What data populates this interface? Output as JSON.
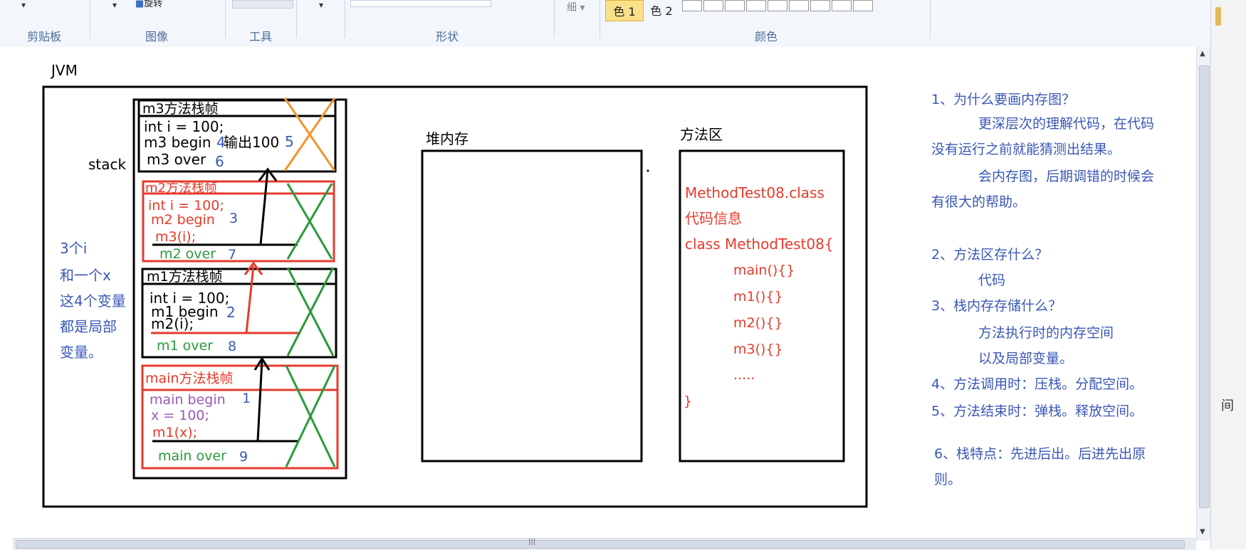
{
  "ribbon": {
    "groups": [
      "剪贴板",
      "图像",
      "工具",
      "形状",
      "颜色"
    ],
    "rotate_label": "旋转",
    "thin_label": "细",
    "color1_label": "色 1",
    "color2_label": "色 2"
  },
  "diagram": {
    "jvm_label": "JVM",
    "stack_label": "stack",
    "heap_label": "堆内存",
    "method_area_label": "方法区",
    "m3_frame": {
      "title": "m3方法栈帧",
      "line1": "int i = 100;",
      "line2": "m3 begin",
      "line3": "m3 over",
      "n1": "4",
      "n2": "5",
      "n3": "6",
      "out": "输出100"
    },
    "m2_frame": {
      "title": "m2方法栈帧",
      "line1": "int i = 100;",
      "line2": "m2 begin",
      "line3": "m3(i);",
      "line4": "m2 over",
      "n1": "3",
      "n2": "7"
    },
    "m1_frame": {
      "title": "m1方法栈帧",
      "line1": "int i = 100;",
      "line2": "m1 begin",
      "line3": "m2(i);",
      "line4": "m1 over",
      "n1": "2",
      "n2": "8"
    },
    "main_frame": {
      "title": "main方法栈帧",
      "line1": "main begin",
      "line2": "x = 100;",
      "line3": "m1(x);",
      "line4": "main over",
      "n1": "1",
      "n2": "9"
    },
    "vars_note": [
      "3个i",
      "和一个x",
      "这4个变量",
      "都是局部",
      "变量。"
    ],
    "method_area_content": [
      "MethodTest08.class",
      "代码信息",
      "class MethodTest08{",
      "main(){}",
      "m1(){}",
      "m2(){}",
      "m3(){}",
      ".....",
      "}"
    ]
  },
  "notes": [
    "1、为什么要画内存图？",
    "更深层次的理解代码，在代码",
    "没有运行之前就能猜测出结果。",
    "会内存图，后期调错的时候会",
    "有很大的帮助。",
    "2、方法区存什么？",
    "代码",
    "3、栈内存存储什么？",
    "方法执行时的内存空间",
    "以及局部变量。",
    "4、方法调用时：压栈。分配空间。",
    "5、方法结束时：弹栈。释放空间。",
    "6、栈特点：先进后出。后进先出原",
    "则。"
  ],
  "right_edge_char": "间",
  "colors": {
    "red": "#e53b2c",
    "green": "#2a9a3b",
    "orange": "#f2952a",
    "blue": "#3a57b5",
    "purple": "#9b59b6"
  }
}
